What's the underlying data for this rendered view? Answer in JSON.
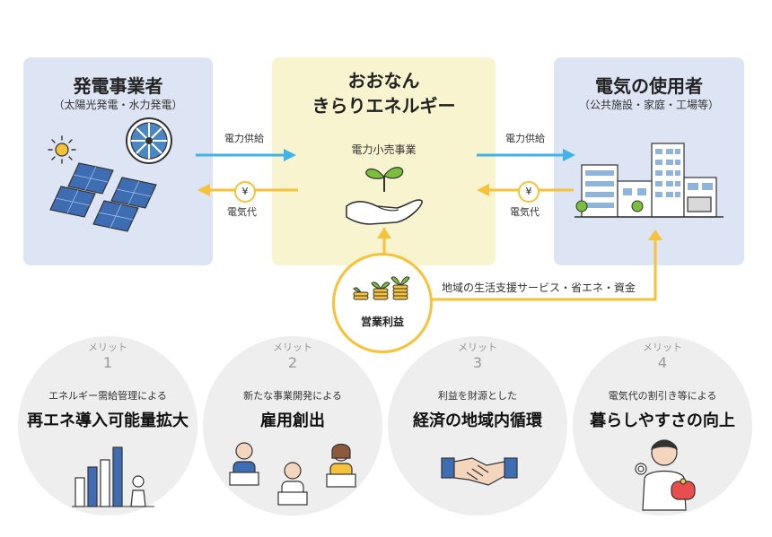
{
  "generator": {
    "title": "発電事業者",
    "subtitle": "（太陽光発電・水力発電）"
  },
  "retailer": {
    "title_line1": "おおなん",
    "title_line2": "きらりエネルギー",
    "business": "電力小売事業"
  },
  "consumer": {
    "title": "電気の使用者",
    "subtitle": "（公共施設・家庭・工場等）"
  },
  "flows": {
    "supply_left": "電力供給",
    "supply_right": "電力供給",
    "fee_left": "電気代",
    "fee_right": "電気代",
    "yen_symbol": "¥"
  },
  "profit": {
    "label": "営業利益",
    "return_label": "地域の生活支援サービス・省エネ・資金"
  },
  "merits": [
    {
      "label": "メリット",
      "number": "1",
      "desc": "エネルギー需給管理による",
      "title": "再エネ導入可能量拡大"
    },
    {
      "label": "メリット",
      "number": "2",
      "desc": "新たな事業開発による",
      "title": "雇用創出"
    },
    {
      "label": "メリット",
      "number": "3",
      "desc": "利益を財源とした",
      "title": "経済の地域内循環"
    },
    {
      "label": "メリット",
      "number": "4",
      "desc": "電気代の割引き等による",
      "title": "暮らしやすさの向上"
    }
  ],
  "colors": {
    "blue_panel": "#dde4f3",
    "yellow_panel": "#f8f4cf",
    "supply_arrow": "#3fb2e6",
    "fee_arrow": "#f5c23a",
    "merit_circle": "#eeeeee"
  }
}
